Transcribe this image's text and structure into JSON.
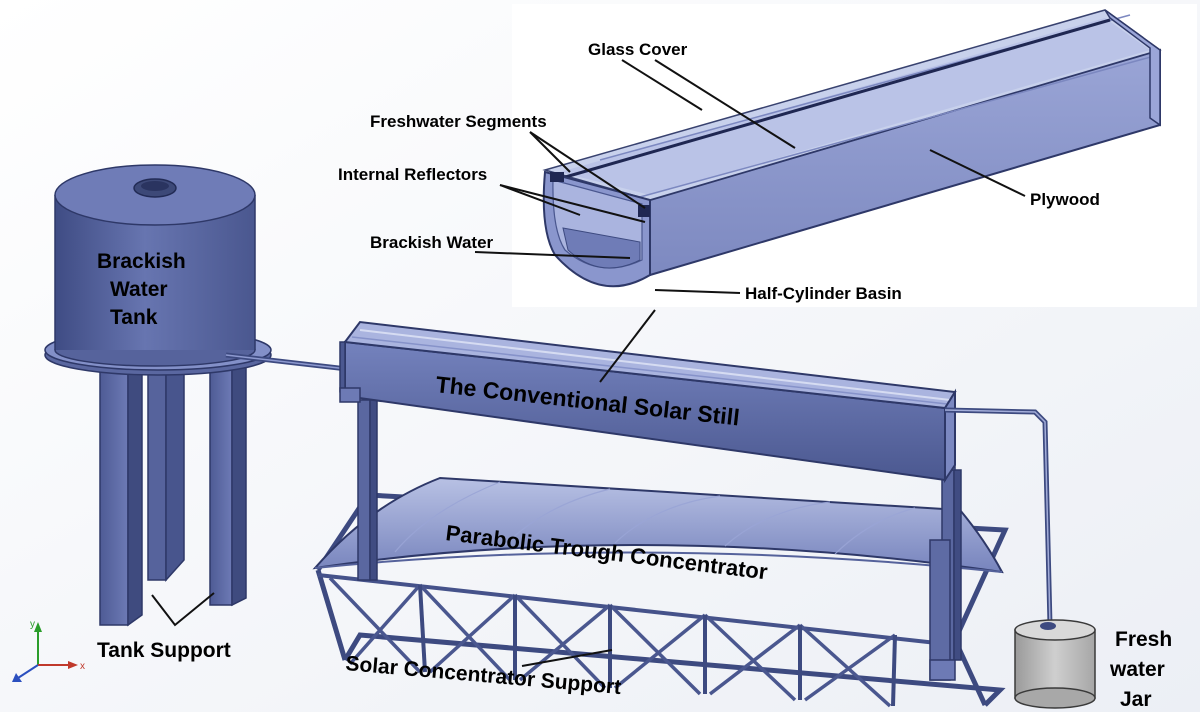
{
  "labels": {
    "glass_cover": "Glass Cover",
    "freshwater_segments": "Freshwater Segments",
    "internal_reflectors": "Internal Reflectors",
    "brackish_water": "Brackish Water",
    "plywood": "Plywood",
    "half_cylinder_basin": "Half-Cylinder Basin",
    "tank_line1": "Brackish",
    "tank_line2": "Water",
    "tank_line3": "Tank",
    "still": "The Conventional Solar Still",
    "ptc": "Parabolic Trough Concentrator",
    "tank_support": "Tank Support",
    "solar_support": "Solar Concentrator Support",
    "jar_line1": "Fresh",
    "jar_line2": "water",
    "jar_line3": "Jar"
  },
  "axes": {
    "x": "x",
    "y": "y"
  },
  "colors": {
    "steel": "#5b6aa6",
    "steel_dark": "#3d4a80",
    "steel_light": "#8592c9",
    "glass": "#c9d3ec",
    "jar": "#b9b9b9"
  }
}
